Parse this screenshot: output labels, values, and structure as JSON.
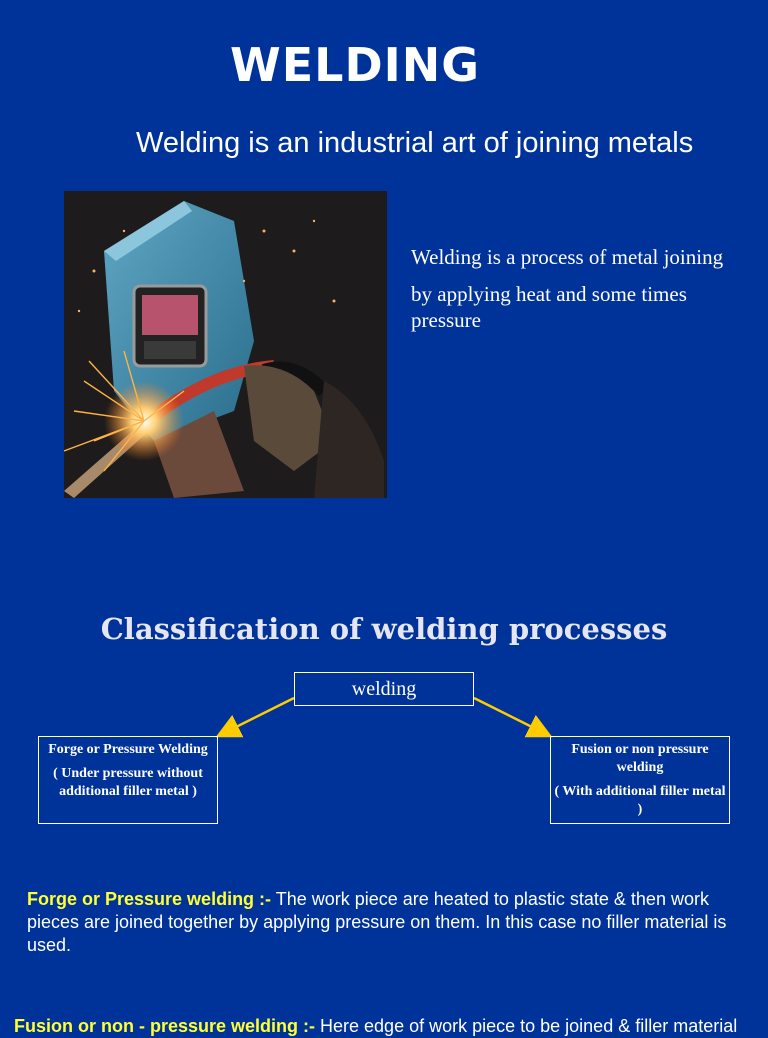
{
  "title": "WELDING",
  "subtitle": "Welding is an industrial art of joining metals",
  "photo": {
    "alt": "welder-photo"
  },
  "description": {
    "line1": "Welding is a process of metal joining",
    "line2": "by applying heat and some times pressure"
  },
  "classification": {
    "heading": "Classification  of welding processes",
    "root": "welding",
    "left": {
      "title": "Forge or Pressure Welding",
      "detail": "( Under pressure without additional filler metal )"
    },
    "right": {
      "title": "Fusion or non pressure welding",
      "detail": "( With additional filler metal )"
    },
    "arrow_color": "#ffcc00"
  },
  "paragraphs": {
    "forge_lead": "Forge or Pressure welding :-",
    "forge_text": " The work piece are heated to plastic state & then work pieces are joined together by applying pressure on them. In this case no filler material is used.",
    "fusion_lead": "Fusion or non - pressure welding :-",
    "fusion_text": " Here edge of work piece to be joined & filler material"
  },
  "colors": {
    "background": "#003399",
    "highlight": "#ffff33"
  }
}
